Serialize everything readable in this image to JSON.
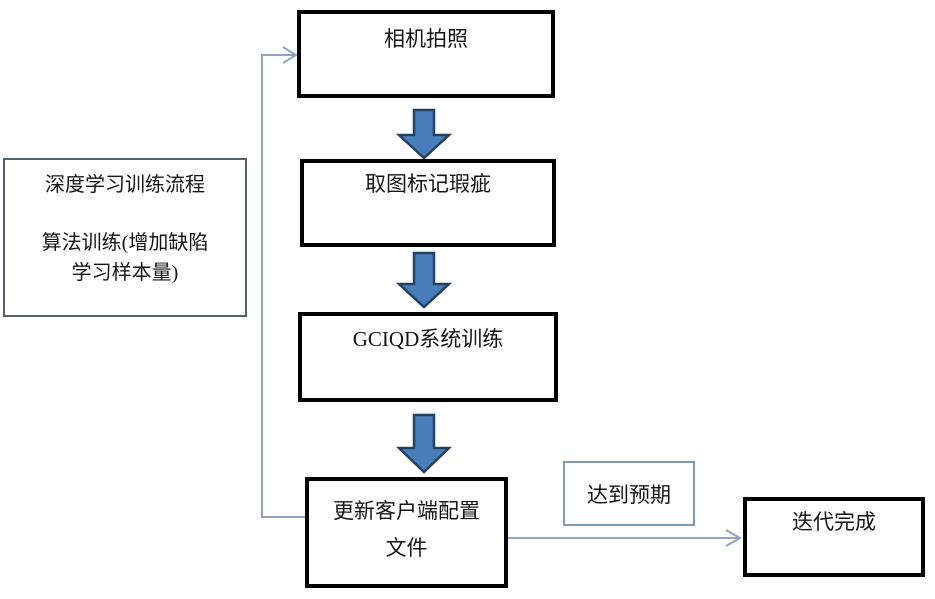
{
  "nodes": {
    "camera": {
      "label": "相机拍照"
    },
    "mark": {
      "label": "取图标记瑕疵"
    },
    "gciqd": {
      "label": "GCIQD系统训练"
    },
    "update": {
      "line1": "更新客户端配置",
      "line2": "文件"
    },
    "done": {
      "label": "迭代完成"
    }
  },
  "side_note": {
    "line1": "深度学习训练流程",
    "line2": "算法训练(增加缺陷",
    "line3": "学习样本量)"
  },
  "condition": {
    "label": "达到预期"
  },
  "colors": {
    "process_box_border": "#000000",
    "block_arrow_fill": "#4a7ebb",
    "block_arrow_outline": "#24425f",
    "connector_line": "#8fa3c4",
    "side_note_border": "#55606e",
    "condition_border": "#7f9db9",
    "text": "#141414",
    "background": "#ffffff"
  }
}
